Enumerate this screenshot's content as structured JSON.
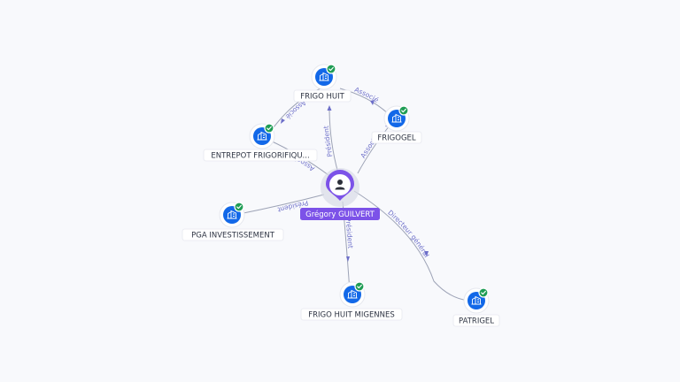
{
  "colors": {
    "background": "#f8f9fc",
    "company": "#1268e8",
    "verified": "#1f9d55",
    "person": "#7c52e8",
    "edge": "#9da3b6",
    "edge_label": "#6d6fc9"
  },
  "person": {
    "name": "Grégory GUILVERT",
    "icon": "user-icon"
  },
  "companies": [
    {
      "id": "frigo-huit",
      "label": "FRIGO HUIT",
      "icon": "building-icon",
      "verified": true
    },
    {
      "id": "frigogel",
      "label": "FRIGOGEL",
      "icon": "building-icon",
      "verified": true
    },
    {
      "id": "entrepot",
      "label": "ENTREPOT FRIGORIFIQU...",
      "icon": "building-icon",
      "verified": true
    },
    {
      "id": "pga",
      "label": "PGA INVESTISSEMENT",
      "icon": "building-icon",
      "verified": true
    },
    {
      "id": "frigo-huit-migennes",
      "label": "FRIGO HUIT MIGENNES",
      "icon": "building-icon",
      "verified": true
    },
    {
      "id": "patrigel",
      "label": "PATRIGEL",
      "icon": "building-icon",
      "verified": true
    }
  ],
  "relations": [
    {
      "id": "person-frigo-huit",
      "label": "Président"
    },
    {
      "id": "person-frigogel",
      "label": "Associé"
    },
    {
      "id": "person-entrepot",
      "label": "Associé"
    },
    {
      "id": "person-pga",
      "label": "Président"
    },
    {
      "id": "person-migennes",
      "label": "Président"
    },
    {
      "id": "person-patrigel",
      "label": "Directeur général"
    },
    {
      "id": "frigo-huit-frigogel",
      "label": "Associé"
    },
    {
      "id": "frigo-huit-entrepot",
      "label": "Associé"
    }
  ]
}
